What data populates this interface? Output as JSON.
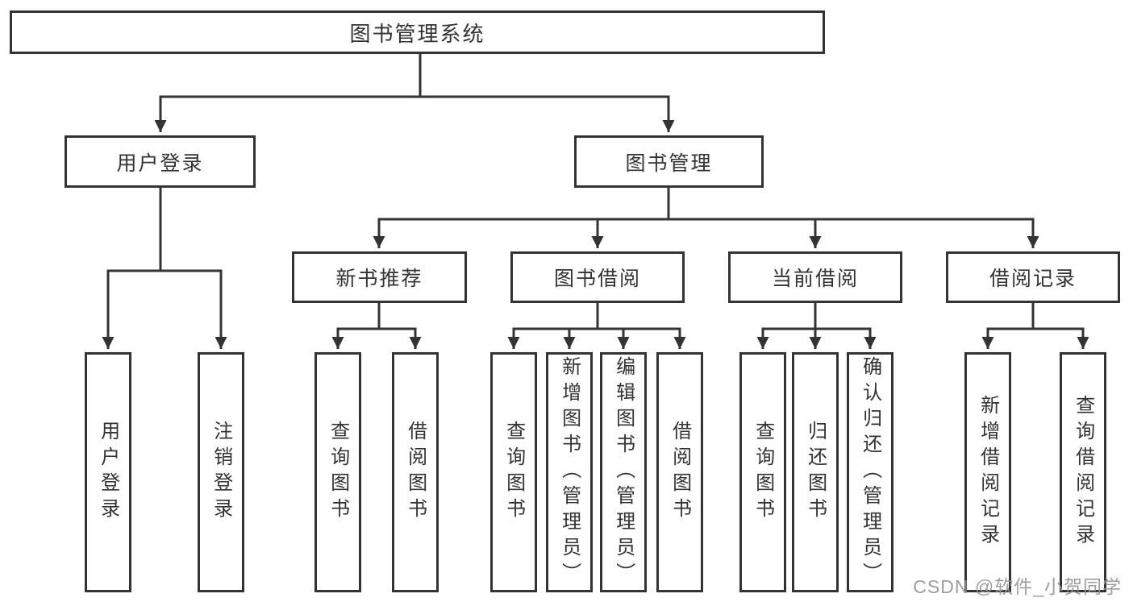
{
  "diagram": {
    "title": "图书管理系统",
    "watermark": "CSDN @软件_小贺同学",
    "level2": [
      {
        "label": "用户登录",
        "children": [
          {
            "label": "用户登录"
          },
          {
            "label": "注销登录"
          }
        ]
      },
      {
        "label": "图书管理",
        "children": [
          {
            "label": "新书推荐",
            "children": [
              {
                "label": "查询图书"
              },
              {
                "label": "借阅图书"
              }
            ]
          },
          {
            "label": "图书借阅",
            "children": [
              {
                "label": "查询图书"
              },
              {
                "label": "新增图书（管理员）"
              },
              {
                "label": "编辑图书（管理员）"
              },
              {
                "label": "借阅图书"
              }
            ]
          },
          {
            "label": "当前借阅",
            "children": [
              {
                "label": "查询图书"
              },
              {
                "label": "归还图书"
              },
              {
                "label": "确认归还（管理员）"
              }
            ]
          },
          {
            "label": "借阅记录",
            "children": [
              {
                "label": "新增借阅记录"
              },
              {
                "label": "查询借阅记录"
              }
            ]
          }
        ]
      }
    ]
  },
  "colors": {
    "line": "#333333",
    "box_border": "#333333",
    "text": "#333333",
    "background": "#ffffff",
    "watermark": "#969696"
  }
}
